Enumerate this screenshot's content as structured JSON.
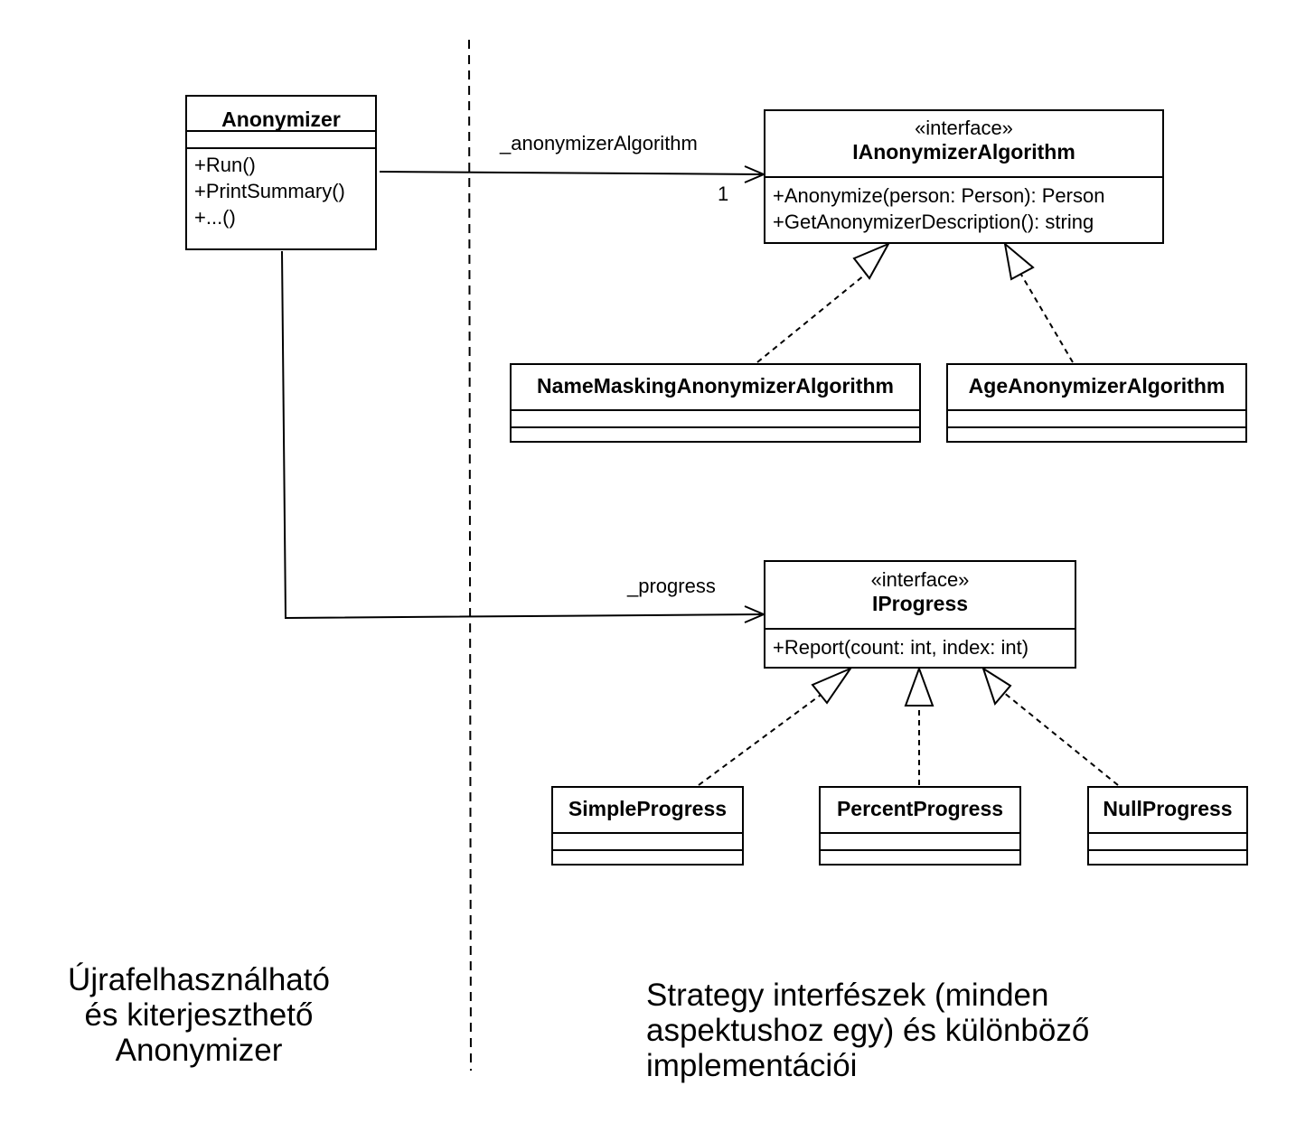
{
  "classes": {
    "anonymizer": {
      "name": "Anonymizer",
      "operations": [
        "+Run()",
        "+PrintSummary()",
        "+...()"
      ]
    },
    "ianonymizer_algorithm": {
      "stereotype": "«interface»",
      "name": "IAnonymizerAlgorithm",
      "operations": [
        "+Anonymize(person: Person): Person",
        "+GetAnonymizerDescription(): string"
      ]
    },
    "name_masking": {
      "name": "NameMaskingAnonymizerAlgorithm"
    },
    "age_anonymizer": {
      "name": "AgeAnonymizerAlgorithm"
    },
    "iprogress": {
      "stereotype": "«interface»",
      "name": "IProgress",
      "operations": [
        "+Report(count: int, index: int)"
      ]
    },
    "simple_progress": {
      "name": "SimpleProgress"
    },
    "percent_progress": {
      "name": "PercentProgress"
    },
    "null_progress": {
      "name": "NullProgress"
    }
  },
  "associations": {
    "algorithm": {
      "role": "_anonymizerAlgorithm",
      "multiplicity": "1"
    },
    "progress": {
      "role": "_progress"
    }
  },
  "notes": {
    "left": [
      "Újrafelhasználható",
      "és kiterjeszthető",
      "Anonymizer"
    ],
    "right": [
      "Strategy interfészek (minden",
      "aspektushoz egy) és különböző",
      "implementációi"
    ]
  }
}
